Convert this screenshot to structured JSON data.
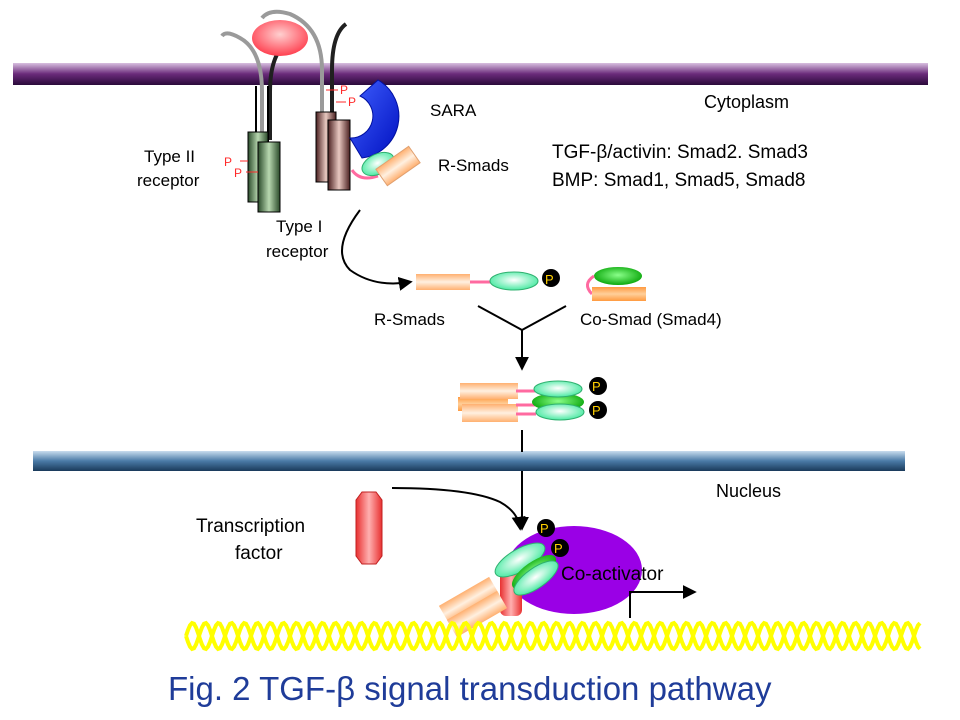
{
  "labels": {
    "cytoplasm": "Cytoplasm",
    "nucleus": "Nucleus",
    "sara": "SARA",
    "r_smads_top": "R-Smads",
    "r_smads_mid": "R-Smads",
    "co_smad": "Co-Smad  (Smad4)",
    "type2_line1": "Type II",
    "type2_line2": "receptor",
    "type1_line1": "Type I",
    "type1_line2": "receptor",
    "tf_line1": "Transcription",
    "tf_line2": "factor",
    "coactivator": "Co-activator",
    "tgf_line": "TGF-β/activin: Smad2. Smad3",
    "bmp_line": "BMP: Smad1, Smad5, Smad8",
    "p": "P"
  },
  "caption": "Fig. 2 TGF-β signal transduction pathway",
  "colors": {
    "cell_membrane": "#7a3a8a",
    "nuclear_membrane": "#3a6a96",
    "caption": "#1f3c99",
    "dna": "#ffff00",
    "coactivator": "#9a00e6",
    "ligand": "#ff5a6a",
    "sara": "#0a2aff",
    "r_smad": "#8fffc8",
    "co_smad": "#00c800",
    "smad_box": "#ffd2a8",
    "transcription_factor": "#ff5a5a"
  }
}
